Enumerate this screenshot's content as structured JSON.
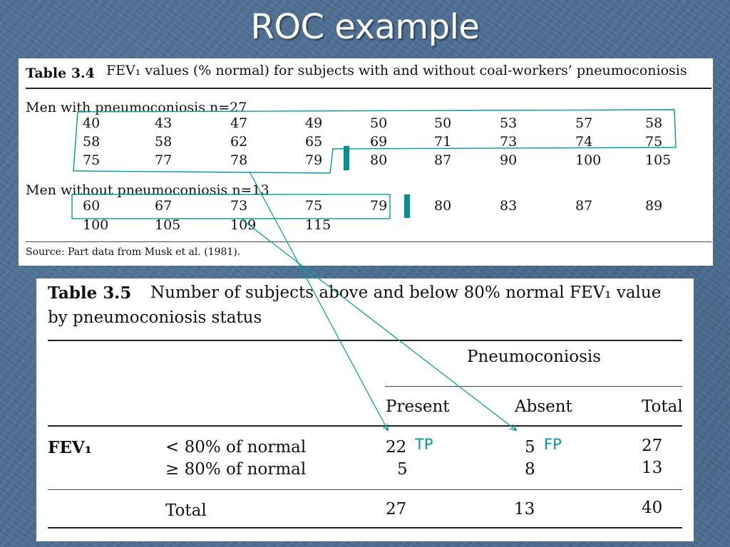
{
  "slide": {
    "title": "ROC example"
  },
  "table34": {
    "label": "Table 3.4",
    "caption": "FEV₁ values (% normal) for subjects with and without coal-workers’ pneumoconiosis",
    "group1_label": "Men with pneumoconiosis n=27",
    "group1_rows": [
      [
        "40",
        "43",
        "47",
        "49",
        "50",
        "50",
        "53",
        "57",
        "58"
      ],
      [
        "58",
        "58",
        "62",
        "65",
        "69",
        "71",
        "73",
        "74",
        "75"
      ],
      [
        "75",
        "77",
        "78",
        "79",
        "80",
        "87",
        "90",
        "100",
        "105"
      ]
    ],
    "group2_label": "Men without pneumoconiosis n=13",
    "group2_rows": [
      [
        "60",
        "67",
        "73",
        "75",
        "79",
        "80",
        "83",
        "87",
        "89"
      ],
      [
        "100",
        "105",
        "109",
        "115"
      ]
    ],
    "source": "Source: Part data from Musk et al. (1981)."
  },
  "table35": {
    "label": "Table 3.5",
    "caption_line1": "Number of subjects above and below 80% normal FEV₁ value",
    "caption_line2": "by pneumoconiosis status",
    "group_header": "Pneumoconiosis",
    "col_present": "Present",
    "col_absent": "Absent",
    "col_total": "Total",
    "row_group_label": "FEV₁",
    "row1_label": "< 80% of normal",
    "row2_label": "≥ 80% of normal",
    "row1": {
      "present": "22",
      "absent": "5",
      "total": "27"
    },
    "row2": {
      "present": "5",
      "absent": "8",
      "total": "13"
    },
    "total_label": "Total",
    "totals": {
      "present": "27",
      "absent": "13",
      "total": "40"
    }
  },
  "annotations": {
    "tp": "TP",
    "fp": "FP"
  },
  "colors": {
    "background": "#4d6f93",
    "accent": "#009a9c",
    "marker": "#00908e"
  }
}
